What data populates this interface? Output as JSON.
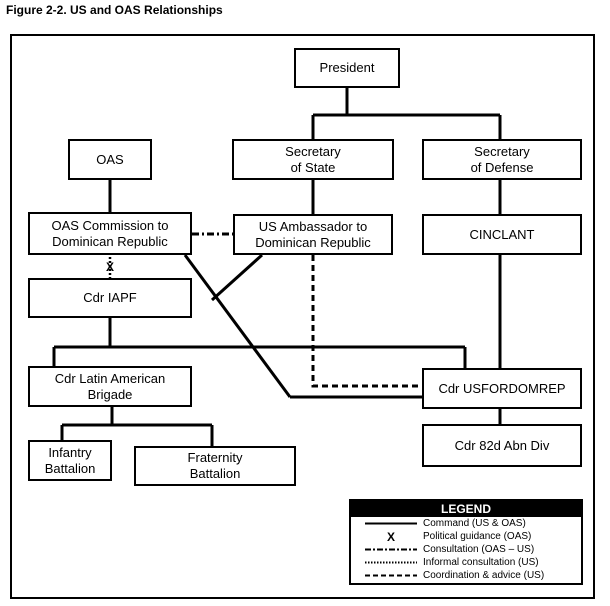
{
  "figure_title": "Figure 2-2. US and OAS Relationships",
  "boxes": {
    "president": "President",
    "oas": "OAS",
    "secstate": "Secretary\nof State",
    "secdef": "Secretary\nof Defense",
    "oas_commission": "OAS Commission to\nDominican Republic",
    "us_ambassador": "US Ambassador to\nDominican Republic",
    "cinclant": "CINCLANT",
    "cdr_iapf": "Cdr IAPF",
    "cdr_lab": "Cdr Latin American\nBrigade",
    "cdr_usfordomrep": "Cdr USFORDOMREP",
    "infantry": "Infantry\nBattalion",
    "fraternity": "Fraternity\nBattalion",
    "cdr_82d": "Cdr 82d Abn Div"
  },
  "political_marker": "X",
  "legend": {
    "title": "LEGEND",
    "items": [
      {
        "style": "command",
        "label": "Command (US & OAS)"
      },
      {
        "style": "political",
        "label": "Political guidance (OAS)"
      },
      {
        "style": "consultation",
        "label": "Consultation (OAS – US)"
      },
      {
        "style": "informal",
        "label": "Informal consultation (US)"
      },
      {
        "style": "coordination",
        "label": "Coordination & advice (US)"
      }
    ]
  }
}
